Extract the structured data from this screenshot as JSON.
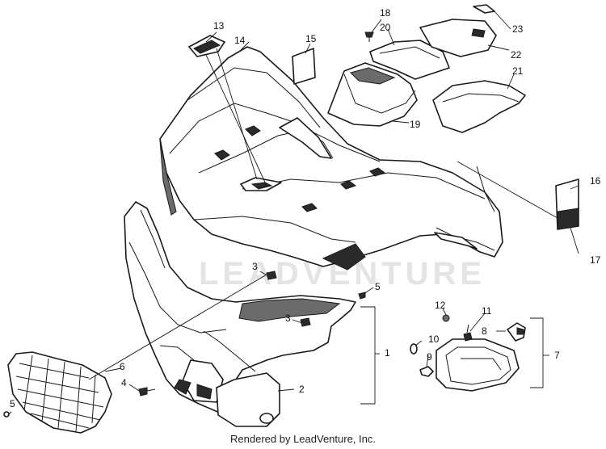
{
  "watermark": "LEADVENTURE",
  "footer": "Rendered by LeadVenture, Inc.",
  "callouts": [
    "1",
    "2",
    "3",
    "3",
    "4",
    "5",
    "5",
    "6",
    "7",
    "8",
    "9",
    "10",
    "11",
    "12",
    "13",
    "14",
    "15",
    "16",
    "17",
    "18",
    "19",
    "20",
    "21",
    "22",
    "23"
  ]
}
